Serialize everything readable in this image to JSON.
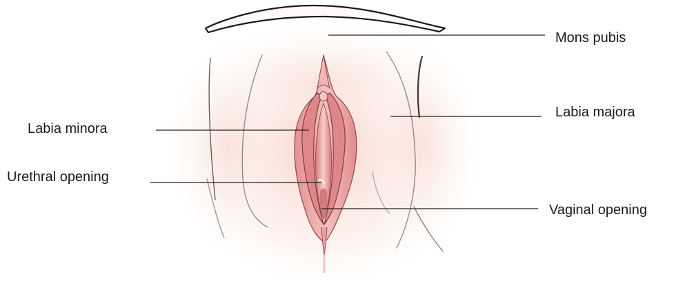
{
  "figure": {
    "labels": {
      "mons_pubis": "Mons pubis",
      "labia_majora": "Labia majora",
      "labia_minora": "Labia minora",
      "urethral_opening": "Urethral opening",
      "vaginal_opening": "Vaginal opening"
    },
    "colors": {
      "outline": "#1a1a1a",
      "leader_line": "#222222",
      "skin_glow": "#f6d2c6",
      "tissue_outer": "#e79a98",
      "tissue_inner": "#f3bcb8",
      "tissue_dark": "#c96a70",
      "highlight": "#fbe4e0"
    }
  }
}
